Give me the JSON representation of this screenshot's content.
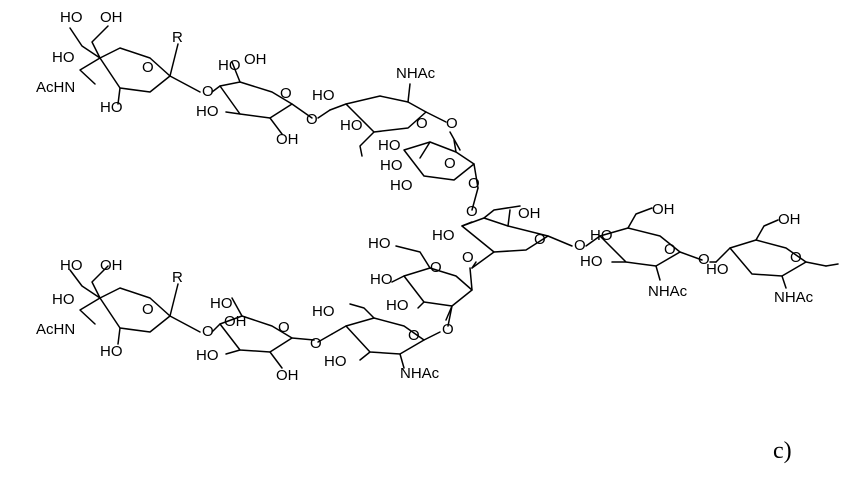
{
  "figure_label": "c)",
  "labels": {
    "OH": "OH",
    "HO": "HO",
    "O": "O",
    "R": "R",
    "NHAc": "NHAc",
    "AcHN": "AcHN"
  }
}
